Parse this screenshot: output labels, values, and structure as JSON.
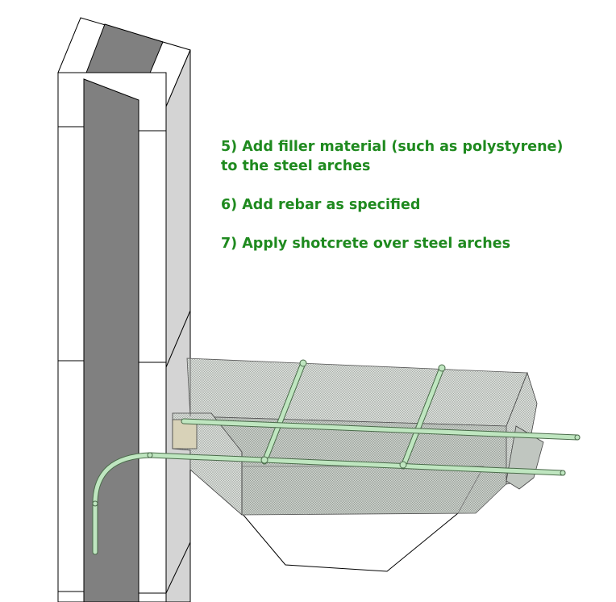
{
  "steps": [
    {
      "number": "5)",
      "text": "5) Add filler material (such as polystyrene) to the steel arches"
    },
    {
      "number": "6)",
      "text": "6) Add rebar as specified"
    },
    {
      "number": "7)",
      "text": "7) Apply shotcrete over steel arches"
    }
  ],
  "colors": {
    "annotation_text": "#1f8a1f",
    "column_face": "#ffffff",
    "column_side": "#d4d4d4",
    "column_core": "#808080",
    "shotcrete_fill": "#cfd7cf",
    "rebar": "#bfe6c0",
    "rebar_outline": "#4a6b4a",
    "edge": "#000000"
  }
}
